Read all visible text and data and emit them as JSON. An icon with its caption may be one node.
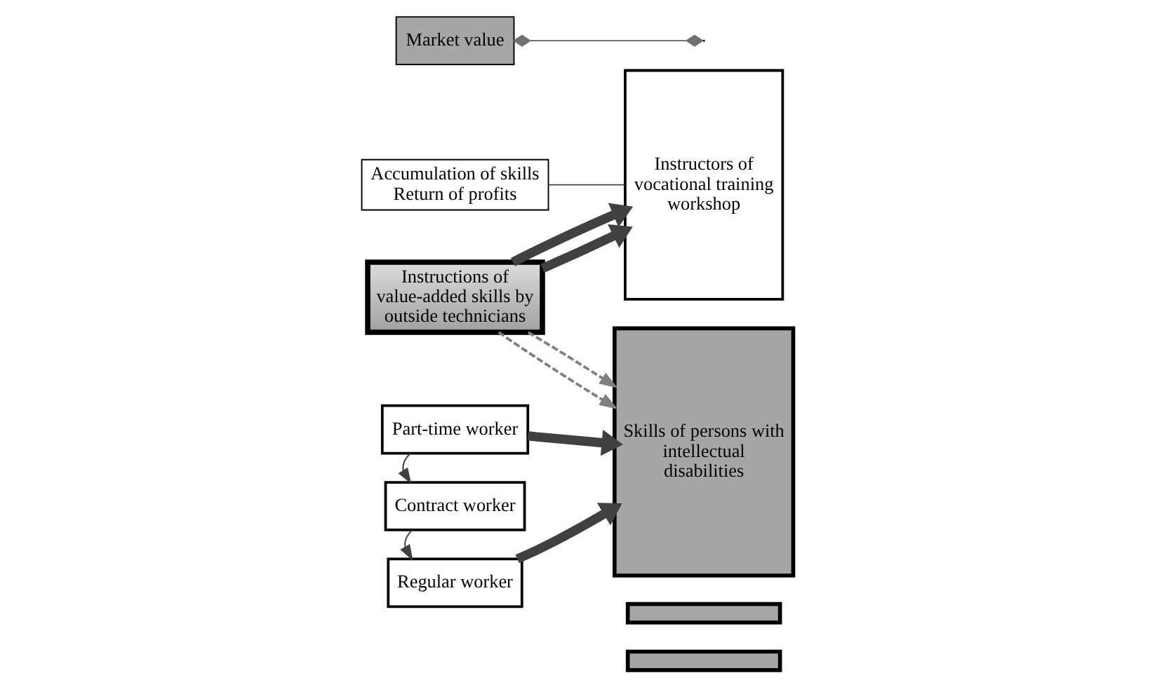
{
  "diagram": {
    "nodes": [
      {
        "text": [
          "Accumulation of skills Return of profits"
        ]
      },
      {
        "text": [
          "Market value"
        ]
      },
      {
        "text": [
          "Instructions of value-added skills by outside technicians"
        ]
      },
      {
        "text": [
          "Instructors of vocational training workshop"
        ]
      },
      {
        "text": [
          "Regular worker"
        ]
      },
      {
        "text": [
          "Contract worker"
        ]
      },
      {
        "text": [
          "Part-time worker"
        ]
      },
      {
        "text": [
          "Skills of persons with intellectual disabilities"
        ]
      },
      {
        "text": [],
        "shape": "bar"
      },
      {
        "text": [],
        "shape": "bar"
      }
    ],
    "edges": [
      {
        "from": 0,
        "to": 3,
        "arrow": "none"
      },
      {
        "from": 1,
        "to": null,
        "arrow": "other",
        "color": "#707070"
      },
      {
        "from": 2,
        "to": 3,
        "arrow": "to",
        "style": "thick"
      },
      {
        "from": 2,
        "to": 3,
        "arrow": "to",
        "style": "thick"
      },
      {
        "from": 2,
        "to": 7,
        "arrow": "to",
        "style": "dashed",
        "color": "#808080"
      },
      {
        "from": 2,
        "to": 7,
        "arrow": "to",
        "style": "dashed",
        "color": "#808080"
      },
      {
        "from": 6,
        "to": 5,
        "arrow": "to"
      },
      {
        "from": 5,
        "to": 4,
        "arrow": "to"
      },
      {
        "from": 4,
        "to": 7,
        "arrow": "to",
        "style": "thick"
      },
      {
        "from": 6,
        "to": 7,
        "arrow": "to",
        "style": "thick"
      }
    ]
  }
}
